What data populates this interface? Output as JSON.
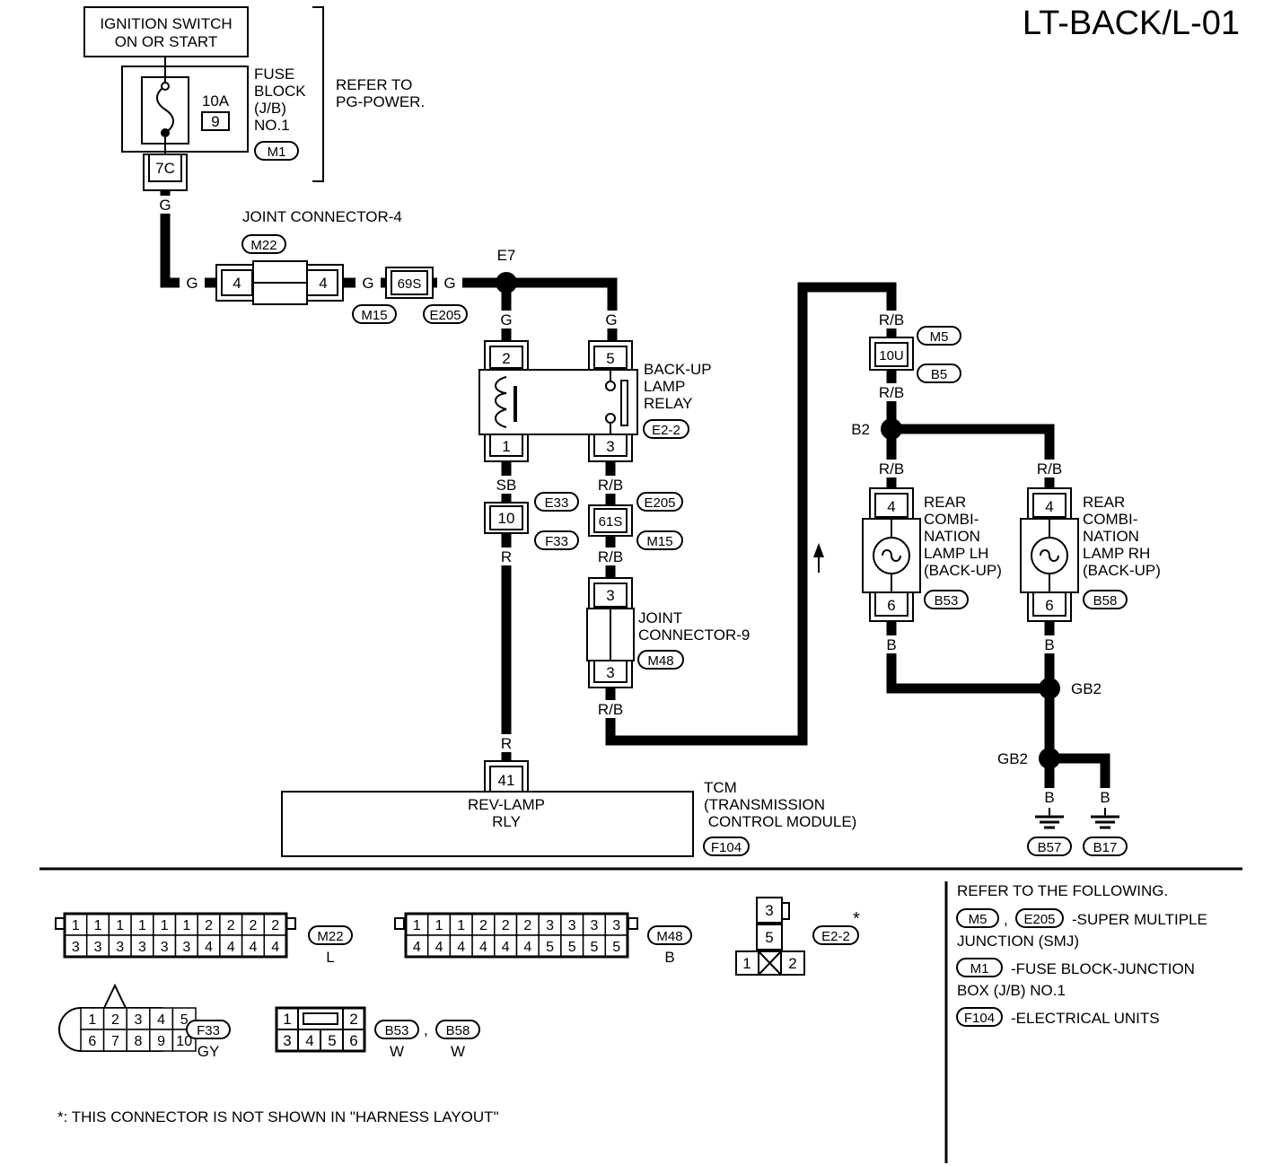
{
  "title": "LT-BACK/L-01",
  "power": {
    "ignition_line1": "IGNITION SWITCH",
    "ignition_line2": "ON OR START",
    "fuse_rating": "10A",
    "fuse_number": "9",
    "fuse_block_lines": [
      "FUSE",
      "BLOCK",
      "(J/B)",
      "NO.1"
    ],
    "fuse_block_connector": "M1",
    "fuse_terminal": "7C",
    "refer_line1": "REFER TO",
    "refer_line2": "PG-POWER."
  },
  "joint_connector_4": {
    "label": "JOINT CONNECTOR-4",
    "connector": "M22",
    "terminal_in": "4",
    "terminal_out": "4"
  },
  "inline_connector_69s": {
    "terminal": "69S",
    "connector_a": "M15",
    "connector_b": "E205"
  },
  "splices": {
    "e7": "E7",
    "b2": "B2",
    "gb2_upper": "GB2",
    "gb2_lower": "GB2"
  },
  "relay": {
    "label_lines": [
      "BACK-UP",
      "LAMP",
      "RELAY"
    ],
    "connector": "E2-2",
    "pin_coil_top": "2",
    "pin_switch_top": "5",
    "pin_coil_bottom": "1",
    "pin_switch_bottom": "3"
  },
  "inline_connector_10": {
    "terminal": "10",
    "connector_a": "E33",
    "connector_b": "F33"
  },
  "inline_connector_61s": {
    "terminal": "61S",
    "connector_a": "E205",
    "connector_b": "M15"
  },
  "joint_connector_9": {
    "label_line1": "JOINT",
    "label_line2": "CONNECTOR-9",
    "connector": "M48",
    "pin_top": "3",
    "pin_bottom": "3"
  },
  "inline_connector_10u": {
    "terminal": "10U",
    "connector_a": "M5",
    "connector_b": "B5"
  },
  "lamp_lh": {
    "label_lines": [
      "REAR",
      "COMBI-",
      "NATION",
      "LAMP LH",
      "(BACK-UP)"
    ],
    "connector": "B53",
    "pin_top": "4",
    "pin_bottom": "6"
  },
  "lamp_rh": {
    "label_lines": [
      "REAR",
      "COMBI-",
      "NATION",
      "LAMP RH",
      "(BACK-UP)"
    ],
    "connector": "B58",
    "pin_top": "4",
    "pin_bottom": "6"
  },
  "grounds": {
    "left": "B57",
    "right": "B17"
  },
  "tcm": {
    "pin": "41",
    "signal_line1": "REV-LAMP",
    "signal_line2": "RLY",
    "label_lines": [
      "TCM",
      "(TRANSMISSION",
      " CONTROL MODULE)"
    ],
    "connector": "F104"
  },
  "wire_colors": {
    "g": "G",
    "sb": "SB",
    "r": "R",
    "rb": "R/B",
    "b": "B"
  },
  "connector_views": {
    "m22": {
      "name": "M22",
      "color": "L",
      "row1": [
        "1",
        "1",
        "1",
        "1",
        "1",
        "1",
        "2",
        "2",
        "2",
        "2"
      ],
      "row2": [
        "3",
        "3",
        "3",
        "3",
        "3",
        "3",
        "4",
        "4",
        "4",
        "4"
      ]
    },
    "m48": {
      "name": "M48",
      "color": "B",
      "row1": [
        "1",
        "1",
        "1",
        "2",
        "2",
        "2",
        "3",
        "3",
        "3",
        "3"
      ],
      "row2": [
        "4",
        "4",
        "4",
        "4",
        "4",
        "4",
        "5",
        "5",
        "5",
        "5"
      ]
    },
    "e22": {
      "name": "E2-2",
      "pins": [
        "3",
        "5",
        "1",
        "2"
      ],
      "asterisk": "*"
    },
    "f33": {
      "name": "F33",
      "color": "GY",
      "row1": [
        "1",
        "2",
        "3",
        "4",
        "5"
      ],
      "row2": [
        "6",
        "7",
        "8",
        "9",
        "10"
      ]
    },
    "b53": {
      "name": "B53",
      "color": "W",
      "row1": [
        "1",
        "2"
      ],
      "row2": [
        "3",
        "4",
        "5",
        "6"
      ]
    },
    "b58": {
      "name": "B58",
      "color": "W"
    },
    "comma": ","
  },
  "footnote": "*: THIS CONNECTOR IS NOT SHOWN IN \"HARNESS LAYOUT\"",
  "refer": {
    "heading": "REFER TO THE FOLLOWING.",
    "smj_conn_a": "M5",
    "smj_conn_b": "E205",
    "smj_text1": "-SUPER MULTIPLE",
    "smj_text2": "JUNCTION (SMJ)",
    "fb_conn": "M1",
    "fb_text1": "-FUSE BLOCK-JUNCTION",
    "fb_text2": "BOX (J/B) NO.1",
    "eu_conn": "F104",
    "eu_text": "-ELECTRICAL UNITS"
  }
}
